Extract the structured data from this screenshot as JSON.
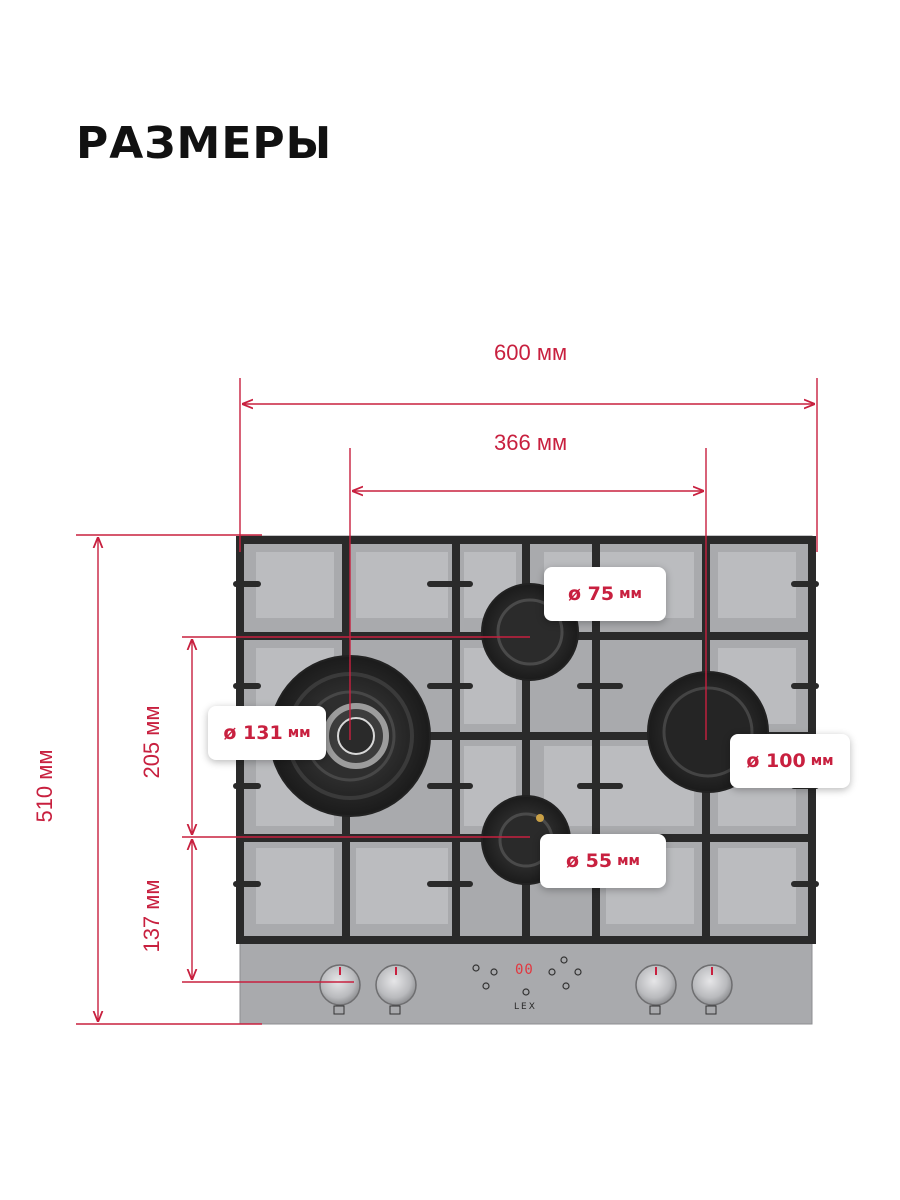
{
  "title": "РАЗМЕРЫ",
  "colors": {
    "accent": "#c8203f",
    "glass": "#a9aaad",
    "grate": "#2a2a2a"
  },
  "dimensions": {
    "total_width": "600 мм",
    "burner_spacing": "366 мм",
    "total_depth": "510 мм",
    "burner_to_burner_depth": "205 мм",
    "front_to_burner": "137 мм"
  },
  "burners": [
    {
      "label": "ø 131",
      "unit": "мм"
    },
    {
      "label": "ø 75",
      "unit": "мм"
    },
    {
      "label": "ø 100",
      "unit": "мм"
    },
    {
      "label": "ø 55",
      "unit": "мм"
    }
  ],
  "control_panel": {
    "display": "00",
    "brand": "LEX",
    "knobs": 4
  }
}
